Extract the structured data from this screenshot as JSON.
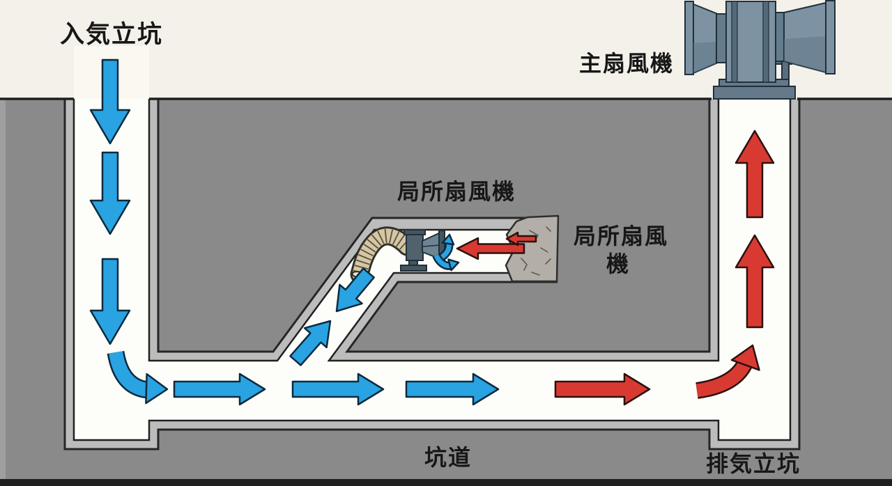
{
  "diagram": {
    "title_semantic": "mine ventilation schematic",
    "labels": {
      "intake_shaft": "入気立坑",
      "main_fan": "主扇風機",
      "local_fan_top": "局所扇風機",
      "local_fan_right_line1": "局所扇風",
      "local_fan_right_line2": "機",
      "tunnel": "坑道",
      "exhaust_shaft": "排気立坑"
    },
    "colors": {
      "sky": "#f4f1ea",
      "ground": "#8a8a8a",
      "lining": "#bcbcbc",
      "tunnel_interior": "#fdfdfa",
      "shaft_sky_column": "#fbf8f2",
      "fresh_air": "#29a3e2",
      "fresh_air_outline": "#0c2a3d",
      "exhaust_air": "#d83a32",
      "exhaust_air_outline": "#2a100c",
      "machine": "#7d92a2",
      "machine_dark": "#5a6f7e",
      "machine_outline": "#20303a",
      "duct": "#d5c7a3",
      "duct_outline": "#30302a",
      "rock": "#b3afa8",
      "outline": "#222222",
      "text": "#171717",
      "bottom_band": "#1f1f1f"
    },
    "flows": {
      "fresh_air_direction": "down intake shaft, right along tunnel, up branch to local fan",
      "exhaust_air_direction": "left from rock face to local fan, right along tunnel, up exhaust shaft to main fan"
    }
  }
}
